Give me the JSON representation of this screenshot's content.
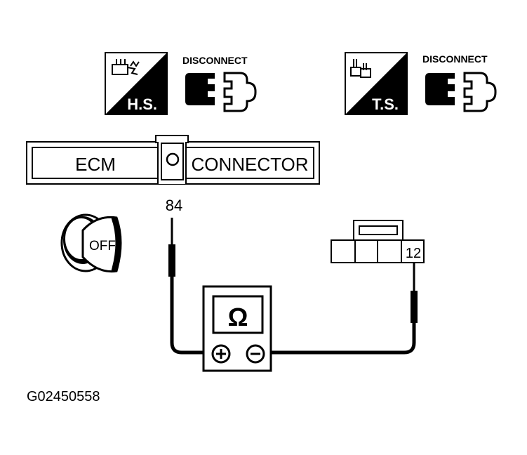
{
  "icons": {
    "hs": {
      "name": "harness-side-icon",
      "label": "H.S."
    },
    "ts": {
      "name": "terminal-side-icon",
      "label": "T.S."
    },
    "disconnect_left": {
      "name": "disconnect-connector-icon",
      "label": "DISCONNECT"
    },
    "disconnect_right": {
      "name": "disconnect-connector-icon",
      "label": "DISCONNECT"
    }
  },
  "ecm_connector": {
    "left_text": "ECM",
    "right_text": "CONNECTOR"
  },
  "ignition": {
    "name": "ignition-key-icon",
    "position": "OFF"
  },
  "terminals": {
    "ecm_pin": "84",
    "connector_pin": "12"
  },
  "meter": {
    "name": "ohmmeter-icon",
    "symbol": "Ω",
    "positive": "+",
    "negative": "−"
  },
  "figure_id": "G02450558"
}
